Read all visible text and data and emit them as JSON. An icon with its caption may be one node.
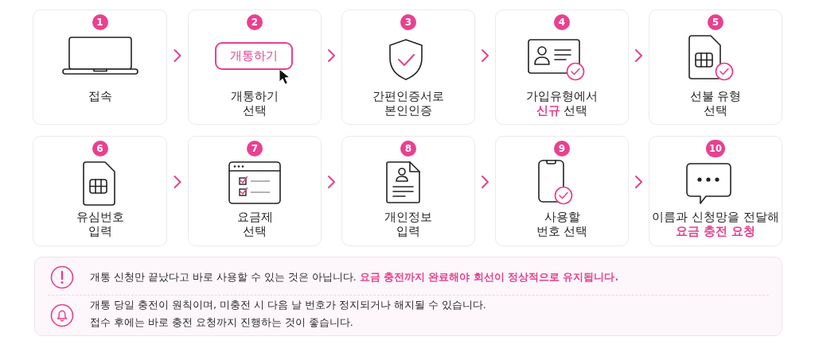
{
  "diagram": {
    "nodes": [
      {
        "text": [
          "1",
          "접속"
        ]
      },
      {
        "text": [
          "2",
          "개통하기 선택"
        ]
      },
      {
        "text": [
          "개통하기"
        ],
        "in": 1
      },
      {
        "text": [
          "3",
          "간편인증서로 본인인증"
        ]
      },
      {
        "text": [
          "4",
          "가입유형에서 **신규** 선택"
        ]
      },
      {
        "text": [
          "5",
          "선불 유형 선택"
        ]
      },
      {
        "text": [
          "6",
          "유심번호 입력"
        ]
      },
      {
        "text": [
          "7",
          "요금제 선택"
        ]
      },
      {
        "text": [
          "8",
          "개인정보 입력"
        ]
      },
      {
        "text": [
          "9",
          "사용할 번호 선택"
        ]
      },
      {
        "text": [
          "10",
          "이름과 신청망을 전달해 **요금 충전 요청**"
        ]
      },
      {
        "text": [
          "개통 신청만 끝났다고 바로 사용할 수 있는 것은 아닙니다. **요금 충전까지 완료해야 회선이 정상적으로 유지됩니다.**",
          "개통 당일 충전이 원칙이며, 미충전 시 다음 날 번호가 정지되거나 해지될 수 있습니다. 접수 후에는 바로 충전 요청까지 진행하는 것이 좋습니다."
        ]
      }
    ],
    "edges": [
      {
        "from": 0,
        "to": 1,
        "arrow": "to"
      },
      {
        "from": 1,
        "to": 3,
        "arrow": "to"
      },
      {
        "from": 3,
        "to": 4,
        "arrow": "to"
      },
      {
        "from": 4,
        "to": 5,
        "arrow": "to"
      },
      {
        "from": 6,
        "to": 7,
        "arrow": "to"
      },
      {
        "from": 7,
        "to": 8,
        "arrow": "to"
      },
      {
        "from": 8,
        "to": 9,
        "arrow": "to"
      },
      {
        "from": 9,
        "to": 10,
        "arrow": "to"
      }
    ]
  }
}
